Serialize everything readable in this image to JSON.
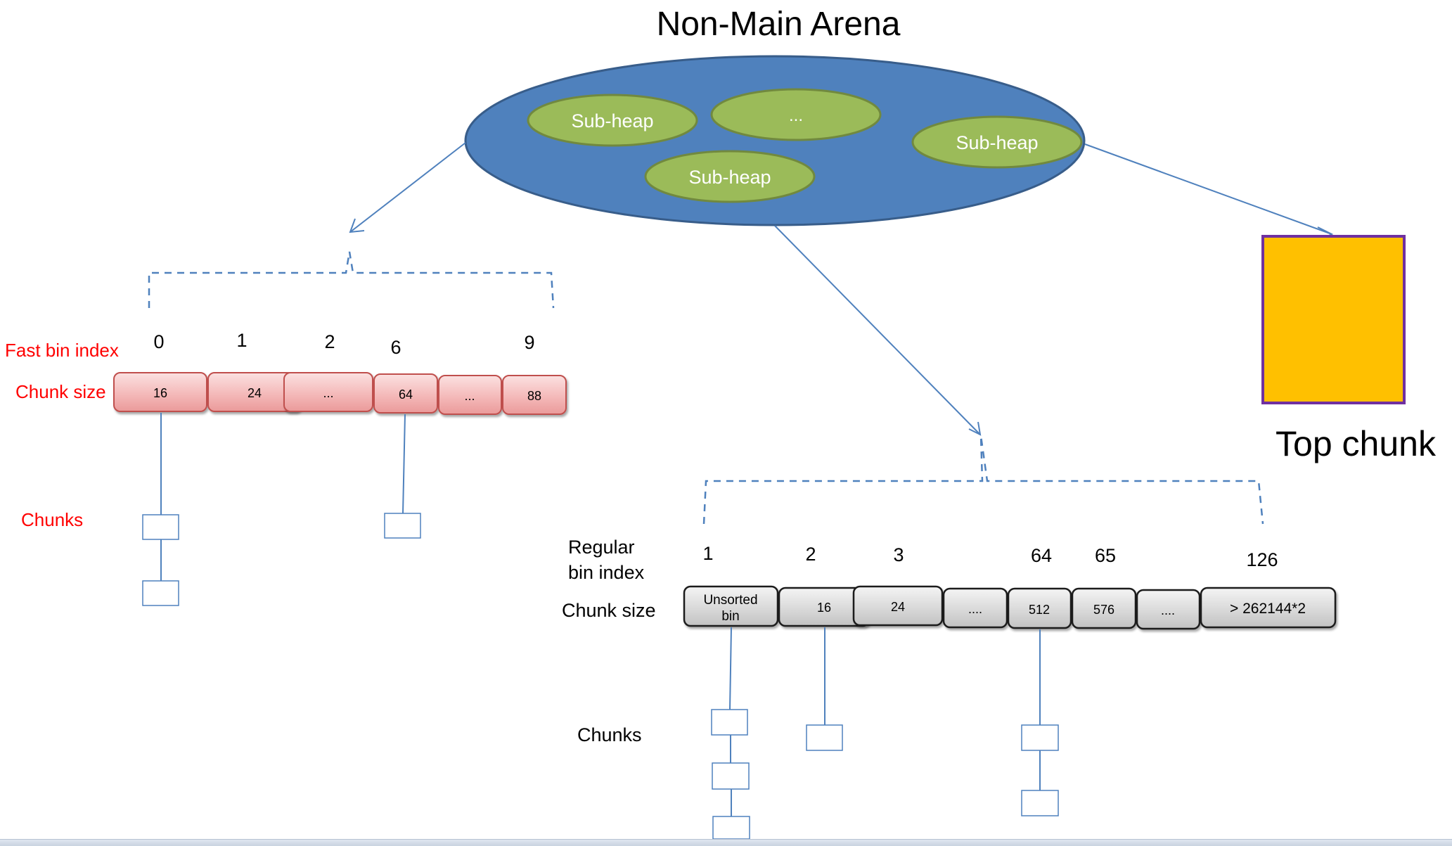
{
  "title": "Non-Main Arena",
  "arena": {
    "subheaps": [
      "Sub-heap",
      "...",
      "Sub-heap",
      "Sub-heap"
    ]
  },
  "top_chunk": {
    "label": "Top chunk"
  },
  "fast_bins": {
    "index_label": "Fast bin index",
    "size_label": "Chunk size",
    "chunks_label": "Chunks",
    "indexes": [
      "0",
      "1",
      "2",
      "6",
      "9"
    ],
    "sizes": [
      "16",
      "24",
      "...",
      "64",
      "...",
      "88"
    ]
  },
  "regular_bins": {
    "index_label_line1": "Regular",
    "index_label_line2": "bin index",
    "size_label": "Chunk size",
    "chunks_label": "Chunks",
    "indexes": [
      "1",
      "2",
      "3",
      "64",
      "65",
      "126"
    ],
    "sizes": [
      "Unsorted bin",
      "16",
      "24",
      "....",
      "512",
      "576",
      "....",
      "> 262144*2"
    ]
  },
  "colors": {
    "arena_fill": "#4f81bd",
    "arena_stroke": "#385d8a",
    "subheap_fill": "#9bbb59",
    "subheap_stroke": "#71893f",
    "top_chunk_fill": "#ffc000",
    "top_chunk_stroke": "#7030a0",
    "fast_bin_fill": "#f2b8b8",
    "fast_bin_stroke": "#c0504d",
    "regular_bin_fill": "#d9d9d9",
    "label_red": "#ff0000",
    "connector": "#4f81bd"
  }
}
